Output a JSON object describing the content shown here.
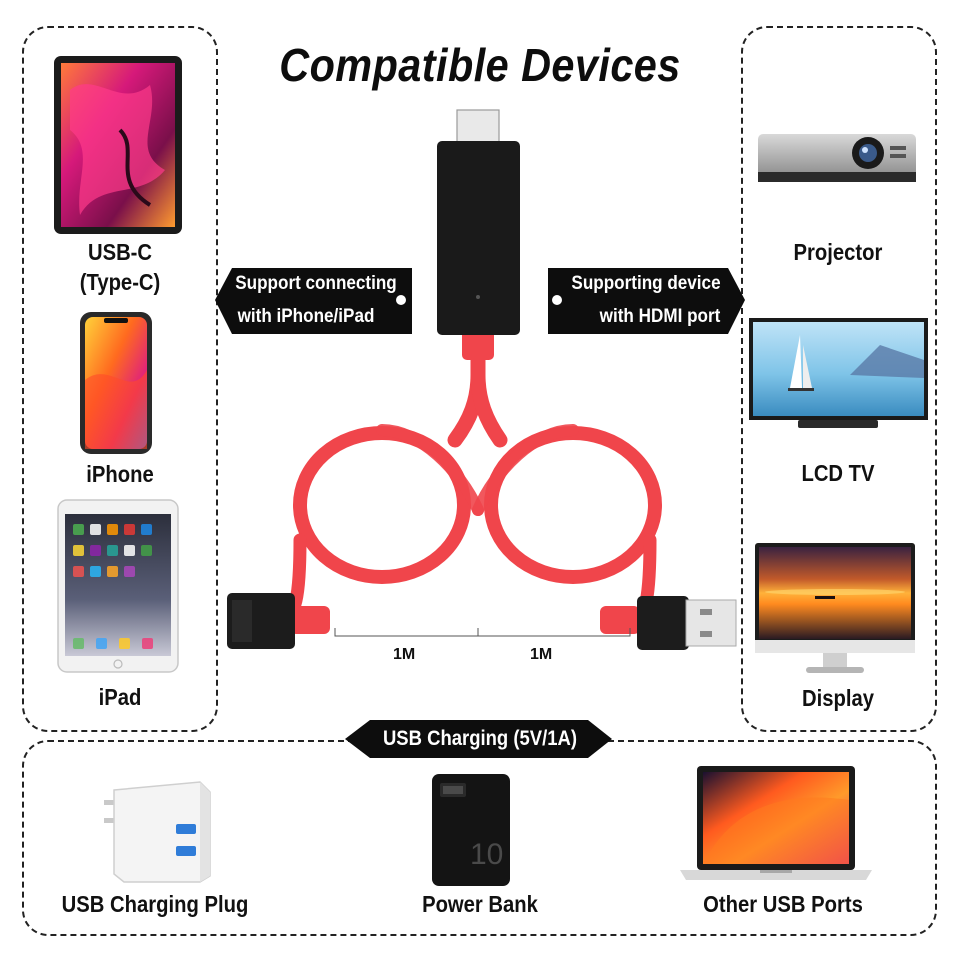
{
  "title": "Compatible Devices",
  "left_panel": {
    "items": [
      {
        "label_line1": "USB-C",
        "label_line2": "(Type-C)",
        "image": "android-tablet-image"
      },
      {
        "label": "iPhone",
        "image": "iphone-image"
      },
      {
        "label": "iPad",
        "image": "ipad-image"
      }
    ]
  },
  "right_panel": {
    "items": [
      {
        "label": "Projector",
        "image": "projector-image"
      },
      {
        "label": "LCD TV",
        "image": "lcd-tv-image"
      },
      {
        "label": "Display",
        "image": "display-monitor-image"
      }
    ]
  },
  "callouts": {
    "left_line1": "Support connecting",
    "left_line2": "with iPhone/iPad",
    "right_line1": "Supporting device",
    "right_line2": "with HDMI port"
  },
  "cable": {
    "length_left": "1M",
    "length_right": "1M",
    "cable_color": "#f0454b",
    "connector_color": "#1a1a1a"
  },
  "charging": {
    "banner": "USB Charging (5V/1A)",
    "items": [
      {
        "label": "USB Charging Plug",
        "image": "usb-charging-plug-image"
      },
      {
        "label": "Power Bank",
        "image": "power-bank-image"
      },
      {
        "label": "Other USB Ports",
        "image": "laptop-image"
      }
    ]
  },
  "power_bank_display": "10"
}
